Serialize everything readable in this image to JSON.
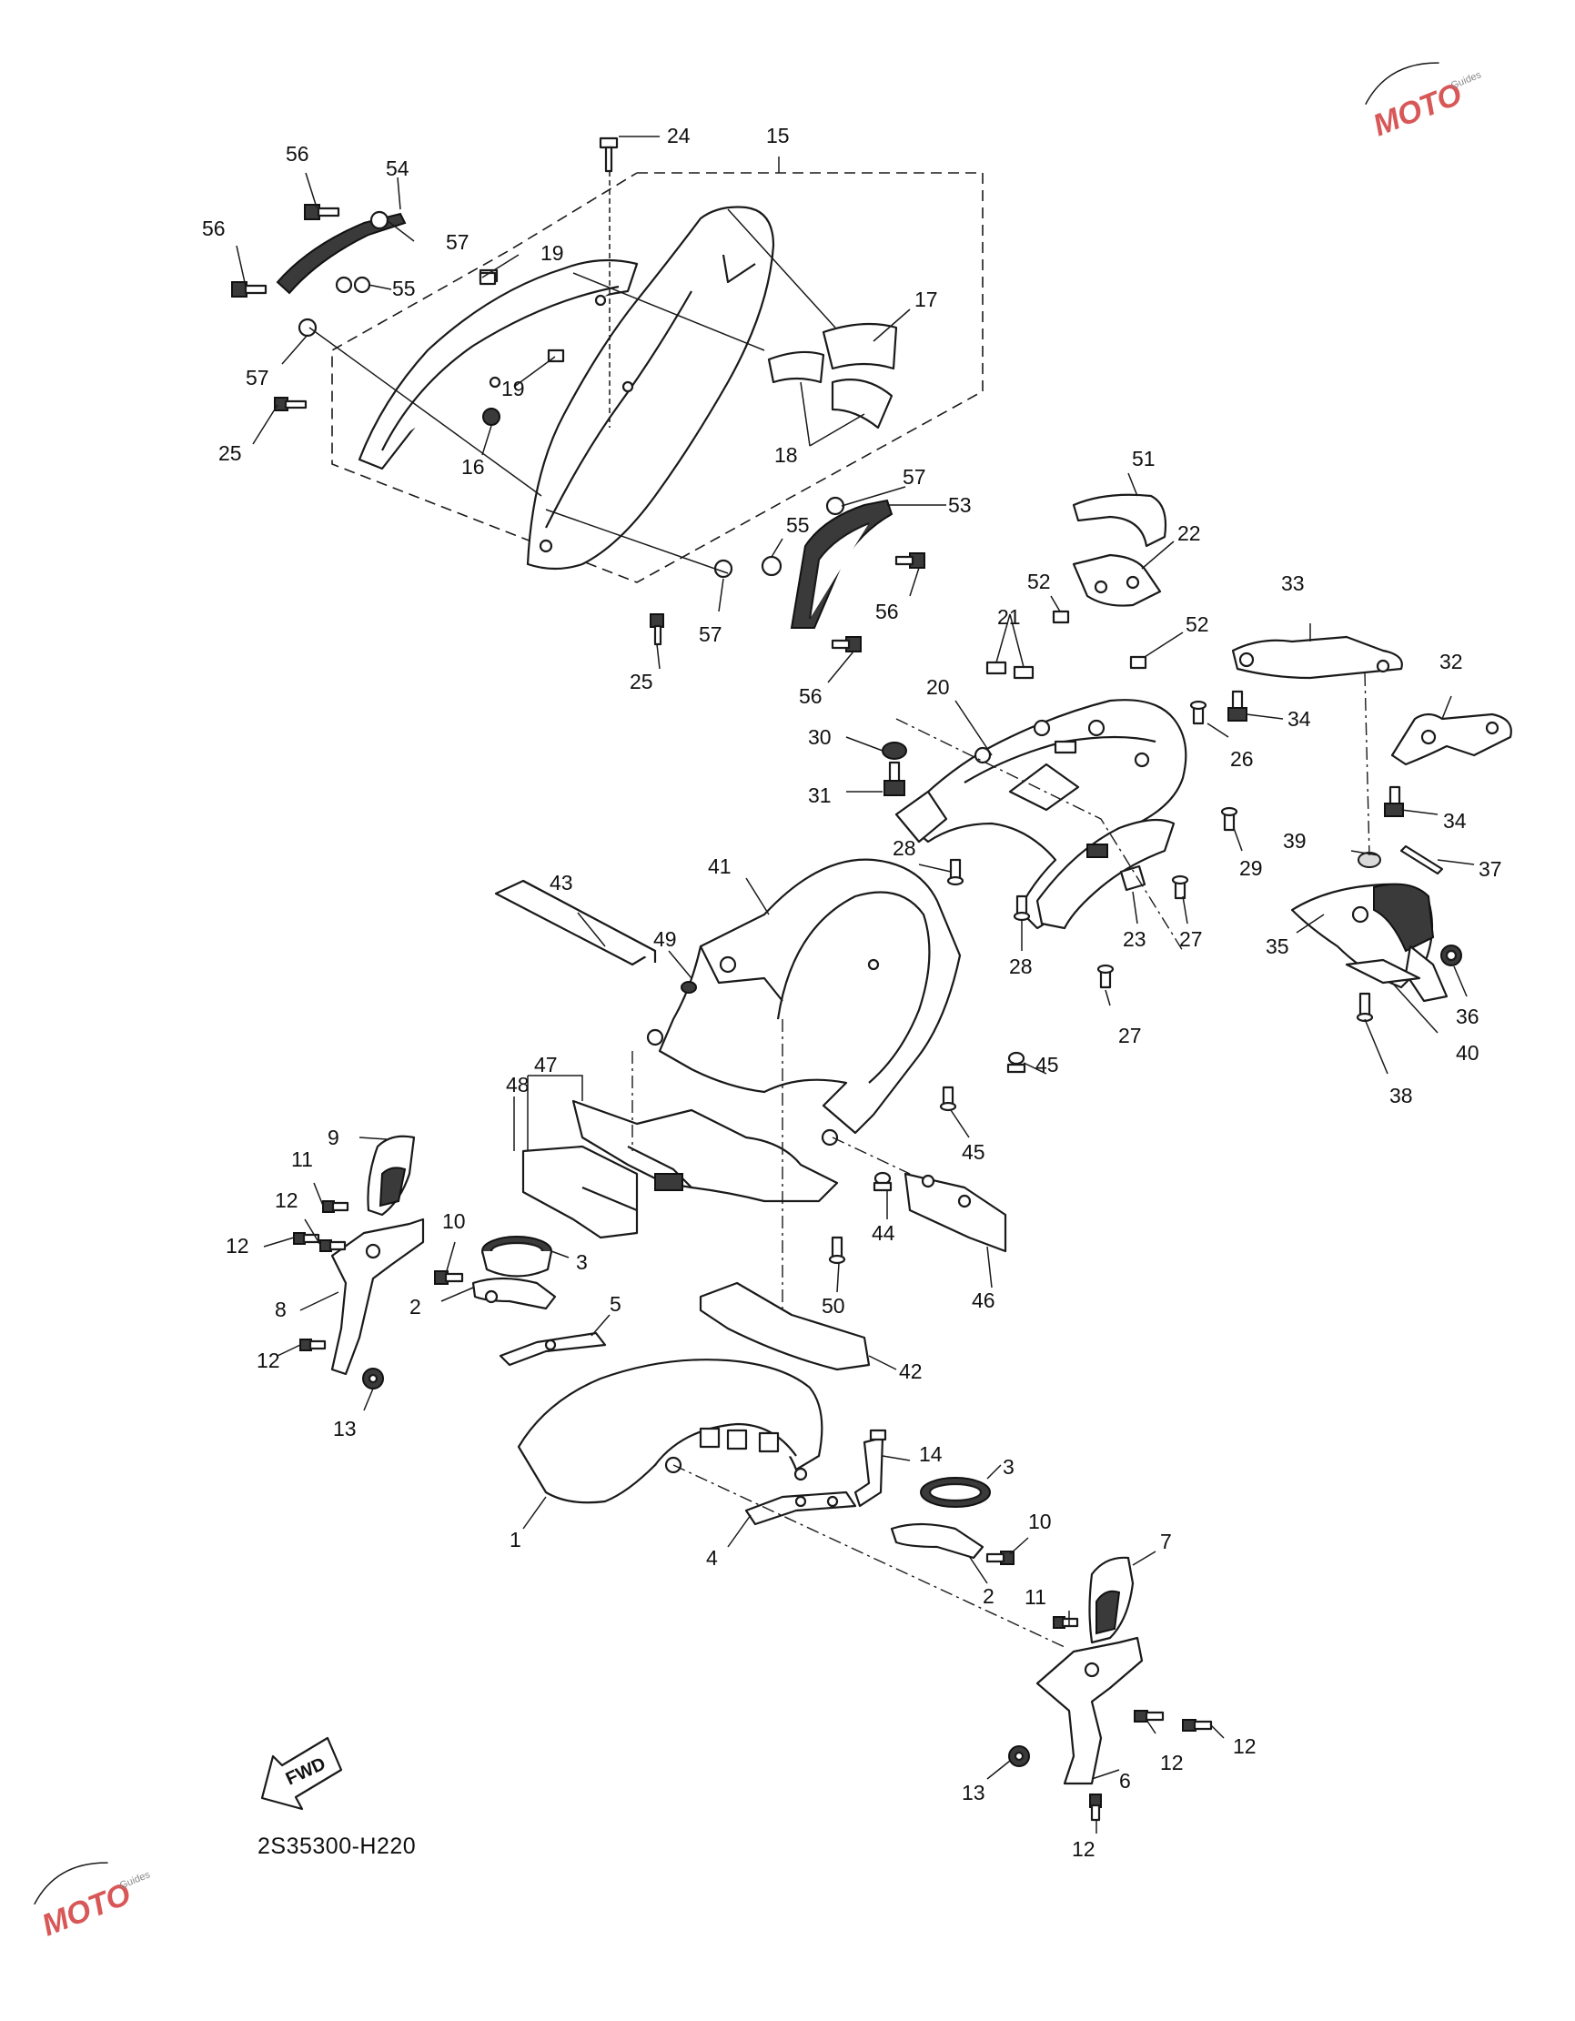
{
  "diagram": {
    "code": "2S35300-H220",
    "fwd_label": "FWD",
    "watermark": "MOTO",
    "watermark_sub": "Guides",
    "callouts": [
      {
        "key": "24",
        "text": "24"
      },
      {
        "key": "15",
        "text": "15"
      },
      {
        "key": "56a",
        "text": "56"
      },
      {
        "key": "54",
        "text": "54"
      },
      {
        "key": "56b",
        "text": "56"
      },
      {
        "key": "57a",
        "text": "57"
      },
      {
        "key": "19a",
        "text": "19"
      },
      {
        "key": "55a",
        "text": "55"
      },
      {
        "key": "17",
        "text": "17"
      },
      {
        "key": "57b",
        "text": "57"
      },
      {
        "key": "19b",
        "text": "19"
      },
      {
        "key": "25a",
        "text": "25"
      },
      {
        "key": "16",
        "text": "16"
      },
      {
        "key": "18",
        "text": "18"
      },
      {
        "key": "51",
        "text": "51"
      },
      {
        "key": "57c",
        "text": "57"
      },
      {
        "key": "53",
        "text": "53"
      },
      {
        "key": "22",
        "text": "22"
      },
      {
        "key": "55b",
        "text": "55"
      },
      {
        "key": "33",
        "text": "33"
      },
      {
        "key": "57d",
        "text": "57"
      },
      {
        "key": "56c",
        "text": "56"
      },
      {
        "key": "52a",
        "text": "52"
      },
      {
        "key": "52b",
        "text": "52"
      },
      {
        "key": "25b",
        "text": "25"
      },
      {
        "key": "21",
        "text": "21"
      },
      {
        "key": "32",
        "text": "32"
      },
      {
        "key": "56d",
        "text": "56"
      },
      {
        "key": "20",
        "text": "20"
      },
      {
        "key": "34a",
        "text": "34"
      },
      {
        "key": "30",
        "text": "30"
      },
      {
        "key": "26",
        "text": "26"
      },
      {
        "key": "31",
        "text": "31"
      },
      {
        "key": "34b",
        "text": "34"
      },
      {
        "key": "28a",
        "text": "28"
      },
      {
        "key": "39",
        "text": "39"
      },
      {
        "key": "29",
        "text": "29"
      },
      {
        "key": "43",
        "text": "43"
      },
      {
        "key": "41",
        "text": "41"
      },
      {
        "key": "37",
        "text": "37"
      },
      {
        "key": "35",
        "text": "35"
      },
      {
        "key": "23",
        "text": "23"
      },
      {
        "key": "27a",
        "text": "27"
      },
      {
        "key": "49",
        "text": "49"
      },
      {
        "key": "28b",
        "text": "28"
      },
      {
        "key": "36",
        "text": "36"
      },
      {
        "key": "45a",
        "text": "45"
      },
      {
        "key": "27b",
        "text": "27"
      },
      {
        "key": "40",
        "text": "40"
      },
      {
        "key": "47",
        "text": "47"
      },
      {
        "key": "48",
        "text": "48"
      },
      {
        "key": "38",
        "text": "38"
      },
      {
        "key": "9",
        "text": "9"
      },
      {
        "key": "45b",
        "text": "45"
      },
      {
        "key": "11a",
        "text": "11"
      },
      {
        "key": "12a",
        "text": "12"
      },
      {
        "key": "10a",
        "text": "10"
      },
      {
        "key": "12b",
        "text": "12"
      },
      {
        "key": "3a",
        "text": "3"
      },
      {
        "key": "44",
        "text": "44"
      },
      {
        "key": "8",
        "text": "8"
      },
      {
        "key": "2a",
        "text": "2"
      },
      {
        "key": "5",
        "text": "5"
      },
      {
        "key": "50",
        "text": "50"
      },
      {
        "key": "46",
        "text": "46"
      },
      {
        "key": "42",
        "text": "42"
      },
      {
        "key": "12c",
        "text": "12"
      },
      {
        "key": "13a",
        "text": "13"
      },
      {
        "key": "14",
        "text": "14"
      },
      {
        "key": "3b",
        "text": "3"
      },
      {
        "key": "1",
        "text": "1"
      },
      {
        "key": "4",
        "text": "4"
      },
      {
        "key": "10b",
        "text": "10"
      },
      {
        "key": "7",
        "text": "7"
      },
      {
        "key": "2b",
        "text": "2"
      },
      {
        "key": "11b",
        "text": "11"
      },
      {
        "key": "12d",
        "text": "12"
      },
      {
        "key": "12e",
        "text": "12"
      },
      {
        "key": "6",
        "text": "6"
      },
      {
        "key": "13b",
        "text": "13"
      },
      {
        "key": "12f",
        "text": "12"
      }
    ]
  }
}
